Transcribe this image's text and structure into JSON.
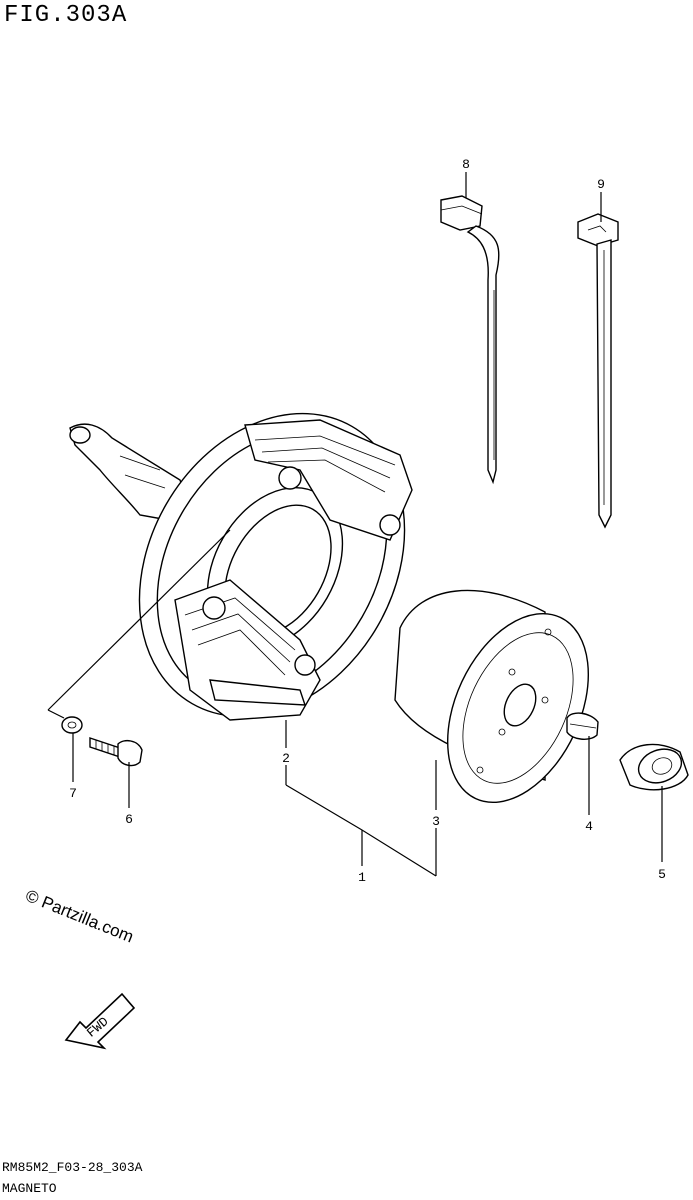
{
  "header": {
    "figure_title": "FIG.303A"
  },
  "footer": {
    "model_code": "RM85M2_F03-28_303A",
    "section_name": "MAGNETO"
  },
  "watermark": {
    "text": "© Partzilla.com"
  },
  "fwd_arrow": {
    "label": "FWD"
  },
  "callouts": [
    {
      "id": "c1",
      "number": "1"
    },
    {
      "id": "c2",
      "number": "2"
    },
    {
      "id": "c3",
      "number": "3"
    },
    {
      "id": "c4",
      "number": "4"
    },
    {
      "id": "c5",
      "number": "5"
    },
    {
      "id": "c6",
      "number": "6"
    },
    {
      "id": "c7",
      "number": "7"
    },
    {
      "id": "c8",
      "number": "8"
    },
    {
      "id": "c9",
      "number": "9"
    }
  ]
}
